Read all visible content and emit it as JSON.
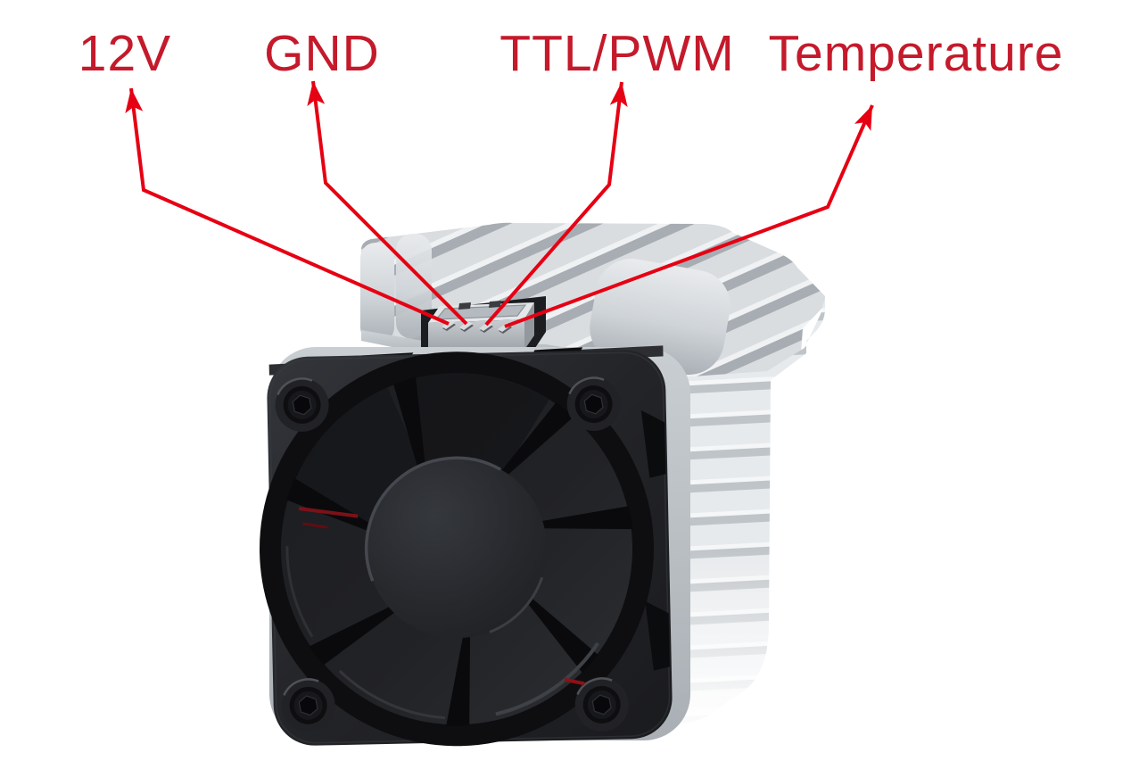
{
  "figure": {
    "type": "annotated product pinout diagram",
    "background_color": "#ffffff",
    "arrow_color": "#e60013",
    "label_color": "#c41a2b",
    "heatsink_color": "#dfe3e6",
    "fan_color": "#232427"
  },
  "annotations": [
    {
      "id": "12v",
      "label": "12V",
      "points_to": "connector pin 1"
    },
    {
      "id": "gnd",
      "label": "GND",
      "points_to": "connector pin 2"
    },
    {
      "id": "ttl-pwm",
      "label": "TTL/PWM",
      "points_to": "connector pin 3"
    },
    {
      "id": "temperature",
      "label": "Temperature",
      "points_to": "connector pin 4"
    }
  ],
  "device": {
    "connector": {
      "type": "4-pin header",
      "pin_labels": [
        "12V",
        "GND",
        "TTL/PWM",
        "Temperature"
      ]
    },
    "components": [
      "cooling fan",
      "finned aluminum heatsink",
      "4-pin connector"
    ]
  }
}
